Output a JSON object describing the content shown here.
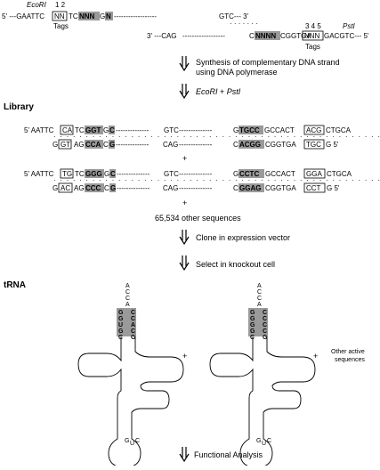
{
  "top_strand": {
    "enzyme_left": "EcoRI",
    "tag_numbers_left": "1 2",
    "prefix": "5' ---GAATTC",
    "tag_box": "NN",
    "mid1": "TC",
    "hl1": "NNN",
    "mid2": "G",
    "hl2": "N",
    "dashes": "------------------",
    "tail": "GTC--- 3'",
    "tags_label": "Tags"
  },
  "bottom_strand": {
    "prefix": "3' ---CAG",
    "dashes": "------------------",
    "c": "C",
    "hl": "NNNN",
    "mid": "CGGTGA",
    "tag_box": "NNN",
    "tail": "GACGTC--- 5'",
    "tag_numbers_right": "3 4 5",
    "enzyme_right": "PstI",
    "tags_label": "Tags"
  },
  "steps": {
    "synthesis_line1": "Synthesis of complementary DNA strand",
    "synthesis_line2": "using DNA polymerase",
    "digest_enzyme1": "EcoRI",
    "digest_plus": " + ",
    "digest_enzyme2": "PstI",
    "clone": "Clone in expression vector",
    "select": "Select in knockout cell",
    "functional": "Functional Analysis"
  },
  "library": {
    "label": "Library",
    "seq1_top": {
      "prefix": "5' AATTC",
      "box1": "CA",
      "mid1": "TC",
      "hl1": "GGT",
      "mid2": "G",
      "hl2": "C",
      "dashes": "--------------",
      "gtc": "GTC",
      "dashes2": "--------------",
      "g": "G",
      "hl3": "TGCC",
      "mid3": "GCCACT",
      "box2": "ACG",
      "tail": "CTGCA"
    },
    "seq1_bot": {
      "prefix": "G",
      "box1": "GT",
      "mid1": "AG",
      "hl1": "CCA",
      "mid2": "C",
      "hl2": "G",
      "dashes": "--------------",
      "cag": "CAG",
      "dashes2": "--------------",
      "c": "C",
      "hl3": "ACGG",
      "mid3": "CGGTGA",
      "box2": "TGC",
      "tail": "G  5'"
    },
    "plus1": "+",
    "seq2_top": {
      "prefix": "5' AATTC",
      "box1": "TG",
      "mid1": "TC",
      "hl1": "GGG",
      "mid2": "G",
      "hl2": "C",
      "dashes": "--------------",
      "gtc": "GTC",
      "dashes2": "--------------",
      "g": "G",
      "hl3": "CCTC",
      "mid3": "GCCACT",
      "box2": "GGA",
      "tail": "CTGCA"
    },
    "seq2_bot": {
      "prefix": "G",
      "box1": "AC",
      "mid1": "AG",
      "hl1": "CCC",
      "mid2": "C",
      "hl2": "G",
      "dashes": "--------------",
      "cag": "CAG",
      "dashes2": "--------------",
      "c": "C",
      "hl3": "GGAG",
      "mid3": "CGGTGA",
      "box2": "CCT",
      "tail": "G  5'"
    },
    "plus2": "+",
    "other_sequences": "65,534  other sequences"
  },
  "trna": {
    "label": "tRNA",
    "acceptor_letters": [
      "A",
      "C",
      "C",
      "A"
    ],
    "stem1_left": [
      "G",
      "G",
      "U",
      "G",
      "C"
    ],
    "stem1_right": [
      "C",
      "C",
      "A",
      "C",
      "G"
    ],
    "stem2_left": [
      "G",
      "G",
      "G",
      "G",
      "C"
    ],
    "stem2_right": [
      "C",
      "C",
      "C",
      "C",
      "G"
    ],
    "anticodon_letters": [
      "G",
      "U",
      "C"
    ],
    "plus_between": "+",
    "plus_after": "+",
    "other_active_line1": "Other active",
    "other_active_line2": "sequences"
  },
  "colors": {
    "highlight": "#9a9a9a",
    "text": "#000000"
  }
}
